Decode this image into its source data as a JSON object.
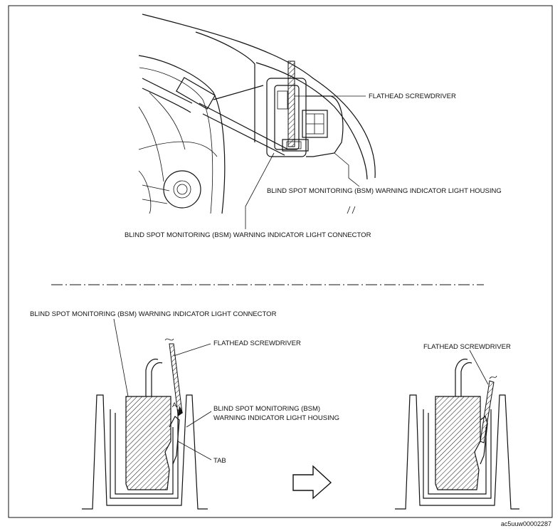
{
  "labels": {
    "top_screwdriver": "FLATHEAD SCREWDRIVER",
    "top_housing": "BLIND SPOT MONITORING (BSM) WARNING INDICATOR LIGHT HOUSING",
    "top_connector": "BLIND SPOT MONITORING (BSM) WARNING INDICATOR LIGHT CONNECTOR",
    "bottom_connector": "BLIND SPOT MONITORING (BSM) WARNING INDICATOR LIGHT CONNECTOR",
    "bottom_screwdriver": "FLATHEAD SCREWDRIVER",
    "housing_line1": "BLIND SPOT MONITORING (BSM)",
    "housing_line2": "WARNING INDICATOR LIGHT HOUSING",
    "tab": "TAB",
    "arrow_marker": "A",
    "right_screwdriver": "FLATHEAD SCREWDRIVER"
  },
  "figure_code": "ac5uuw00002287"
}
